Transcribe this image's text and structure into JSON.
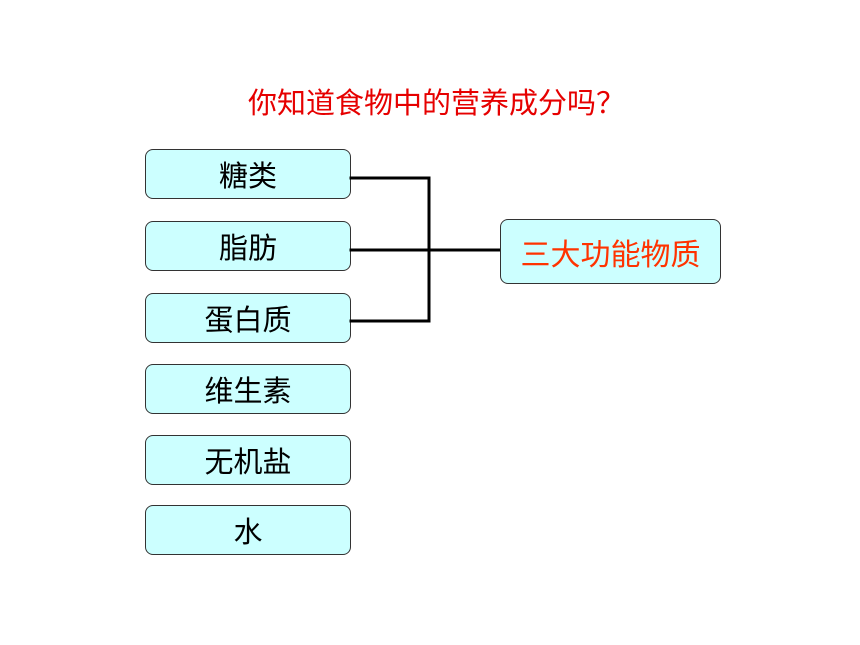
{
  "title": "你知道食物中的营养成分吗？",
  "nutrients": [
    "糖类",
    "脂肪",
    "蛋白质",
    "维生素",
    "无机盐",
    "水"
  ],
  "result": "三大功能物质",
  "colors": {
    "title": "#e60000",
    "result_text": "#ff3300",
    "box_fill": "#ccffff",
    "line": "#000000"
  }
}
